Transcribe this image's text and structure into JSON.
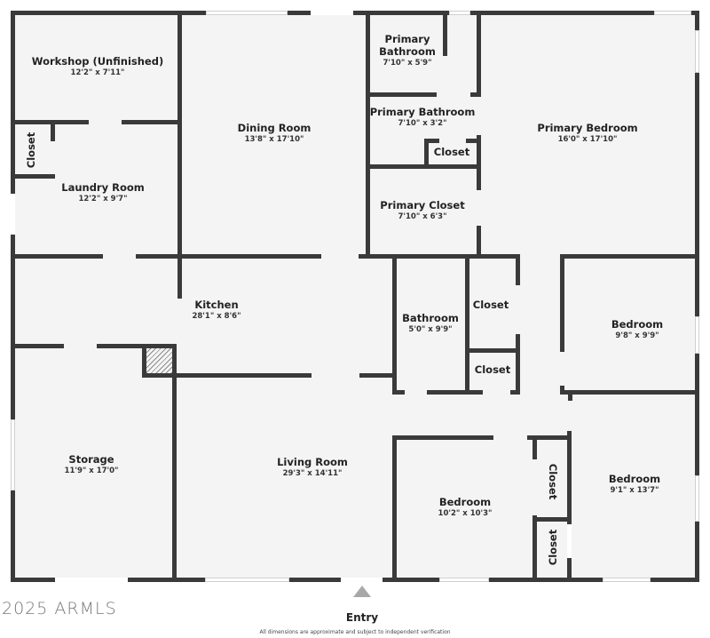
{
  "rooms": {
    "workshop": {
      "name": "Workshop (Unfinished)",
      "dims": "12'2\" x 7'11\""
    },
    "laundry": {
      "name": "Laundry Room",
      "dims": "12'2\" x 9'7\""
    },
    "laundry_closet": {
      "name": "Closet"
    },
    "dining": {
      "name": "Dining Room",
      "dims": "13'8\" x 17'10\""
    },
    "primary_bath_1": {
      "name": "Primary Bathroom",
      "dims": "7'10\" x 5'9\""
    },
    "primary_bath_2": {
      "name": "Primary Bathroom",
      "dims": "7'10\" x 3'2\""
    },
    "primary_bath_closet": {
      "name": "Closet"
    },
    "primary_closet": {
      "name": "Primary Closet",
      "dims": "7'10\" x 6'3\""
    },
    "primary_bedroom": {
      "name": "Primary Bedroom",
      "dims": "16'0\" x 17'10\""
    },
    "kitchen": {
      "name": "Kitchen",
      "dims": "28'1\" x 8'6\""
    },
    "bathroom": {
      "name": "Bathroom",
      "dims": "5'0\" x 9'9\""
    },
    "hall_closet_1": {
      "name": "Closet"
    },
    "hall_closet_2": {
      "name": "Closet"
    },
    "bedroom_1": {
      "name": "Bedroom",
      "dims": "9'8\" x 9'9\""
    },
    "storage": {
      "name": "Storage",
      "dims": "11'9\" x 17'0\""
    },
    "living": {
      "name": "Living Room",
      "dims": "29'3\" x 14'11\""
    },
    "bedroom_2": {
      "name": "Bedroom",
      "dims": "10'2\" x 10'3\""
    },
    "bedroom_2_closet_1": {
      "name": "Closet"
    },
    "bedroom_2_closet_2": {
      "name": "Closet"
    },
    "bedroom_3": {
      "name": "Bedroom",
      "dims": "9'1\" x 13'7\""
    }
  },
  "footer": {
    "copyright": "2025 ARMLS",
    "entry_label": "Entry",
    "disclaimer": "All dimensions are approximate and subject to independent verification"
  },
  "colors": {
    "wall": "#3a3a3a",
    "floor": "#f4f4f4",
    "background": "#ffffff",
    "entry_arrow": "#a8a8a8"
  }
}
